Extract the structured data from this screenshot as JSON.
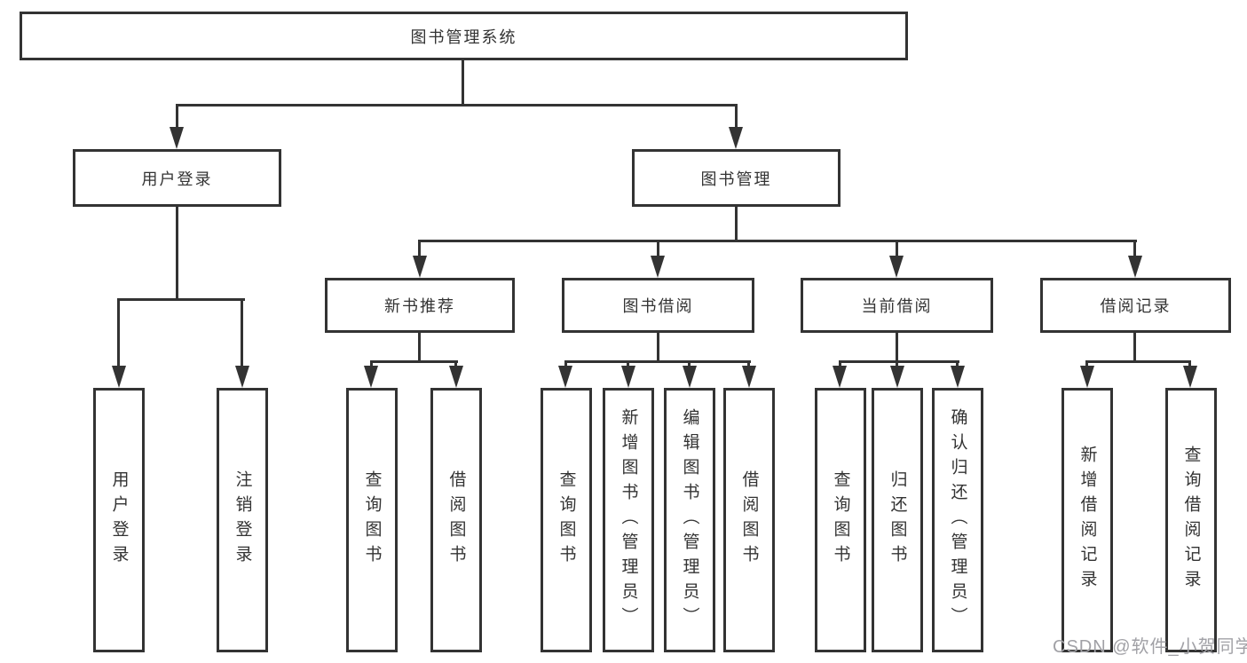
{
  "tree": {
    "label": "图书管理系统",
    "children": [
      {
        "label": "用户登录",
        "children": [
          {
            "label": "用户登录"
          },
          {
            "label": "注销登录"
          }
        ]
      },
      {
        "label": "图书管理",
        "children": [
          {
            "label": "新书推荐",
            "children": [
              {
                "label": "查询图书"
              },
              {
                "label": "借阅图书"
              }
            ]
          },
          {
            "label": "图书借阅",
            "children": [
              {
                "label": "查询图书"
              },
              {
                "label": "新增图书（管理员）"
              },
              {
                "label": "编辑图书（管理员）"
              },
              {
                "label": "借阅图书"
              }
            ]
          },
          {
            "label": "当前借阅",
            "children": [
              {
                "label": "查询图书"
              },
              {
                "label": "归还图书"
              },
              {
                "label": "确认归还（管理员）"
              }
            ]
          },
          {
            "label": "借阅记录",
            "children": [
              {
                "label": "新增借阅记录"
              },
              {
                "label": "查询借阅记录"
              }
            ]
          }
        ]
      }
    ]
  },
  "watermark": "CSDN @软件_小贺同学",
  "colors": {
    "line": "#333333",
    "text": "#333333",
    "background": "#ffffff",
    "watermark": "#a1a1a6"
  }
}
